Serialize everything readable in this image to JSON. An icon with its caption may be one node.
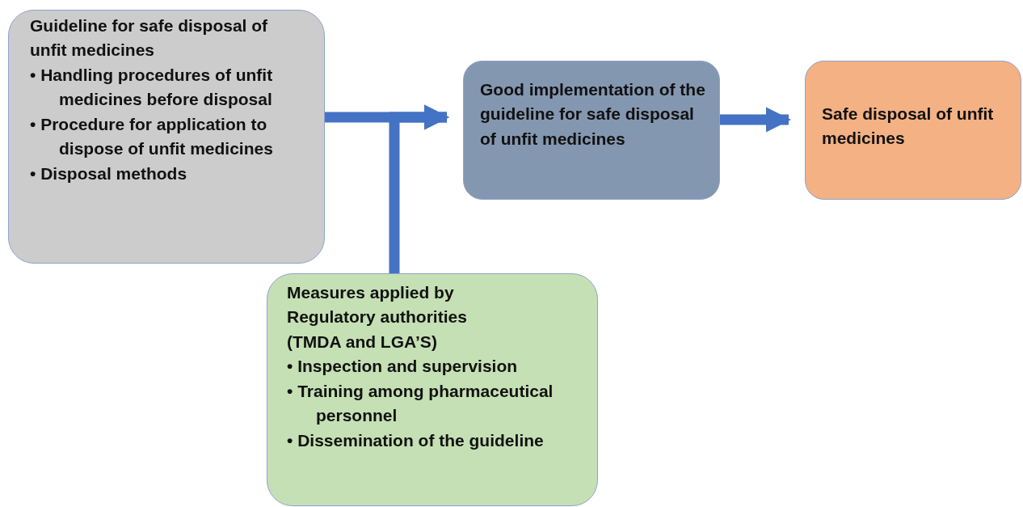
{
  "diagram": {
    "nodes": [
      {
        "text": [
          "Guideline for safe disposal of unfit medicines",
          "• Handling procedures of unfit medicines before disposal",
          "• Procedure for application to dispose of unfit medicines",
          "• Disposal methods"
        ]
      },
      {
        "text": [
          "Good implementation of the guideline for safe disposal of unfit medicines"
        ]
      },
      {
        "text": [
          "Safe disposal of unfit medicines"
        ]
      },
      {
        "text": [
          "Measures applied by Regulatory authorities (TMDA and LGA’S)",
          "• Inspection and supervision",
          "• Training among pharmaceutical personnel",
          "• Dissemination of the guideline"
        ]
      }
    ],
    "edges": [
      {
        "from": 0,
        "to": 1,
        "arrow": "to"
      },
      {
        "from": 1,
        "to": 2,
        "arrow": "to"
      },
      {
        "from": 3,
        "to": 1,
        "arrow": "to"
      }
    ]
  }
}
